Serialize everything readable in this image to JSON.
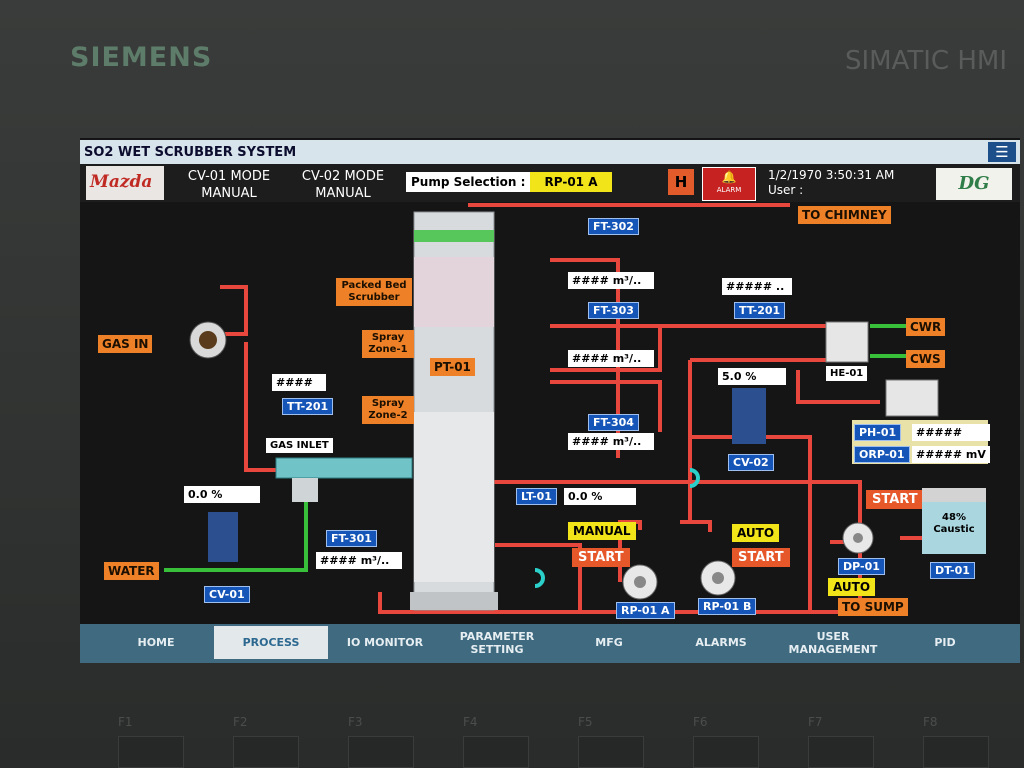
{
  "device": {
    "brand": "SIEMENS",
    "model": "SIMATIC HMI"
  },
  "window": {
    "title": "SO2 WET SCRUBBER SYSTEM"
  },
  "header": {
    "logo_text": "Mazda",
    "cv01_mode_label": "CV-01 MODE",
    "cv01_mode_value": "MANUAL",
    "cv02_mode_label": "CV-02 MODE",
    "cv02_mode_value": "MANUAL",
    "pump_selection_label": "Pump Selection :",
    "pump_selection_value": "RP-01 A",
    "h_button": "H",
    "alarm_button": "ALARM",
    "datetime": "1/2/1970 3:50:31 AM",
    "user_label": "User :",
    "right_logo_text": "DG"
  },
  "process": {
    "to_chimney": "TO CHIMNEY",
    "gas_in": "GAS IN",
    "water": "WATER",
    "cwr": "CWR",
    "cws": "CWS",
    "to_sump": "TO SUMP",
    "packed_bed_line1": "Packed Bed",
    "packed_bed_line2": "Scrubber",
    "spray_zone1_line1": "Spray",
    "spray_zone1_line2": "Zone-1",
    "spray_zone2_line1": "Spray",
    "spray_zone2_line2": "Zone-2",
    "pt01": "PT-01",
    "gas_inlet": "GAS INLET",
    "tt201_left_value": "####",
    "tt201_left_tag": "TT-201",
    "tt201_right_value": "##### ..",
    "tt201_right_tag": "TT-201",
    "ft302_tag": "FT-302",
    "ft302_value": "#### m³/..",
    "ft303_tag": "FT-303",
    "ft303_value": "#### m³/..",
    "ft304_tag": "FT-304",
    "ft304_value": "#### m³/..",
    "ft301_tag": "FT-301",
    "ft301_value": "#### m³/..",
    "cv01_tag": "CV-01",
    "cv01_value": "0.0 %",
    "cv02_tag": "CV-02",
    "cv02_value": "5.0 %",
    "lt01_tag": "LT-01",
    "lt01_value": "0.0 %",
    "he01_tag": "HE-01",
    "ph01_tag": "PH-01",
    "ph01_value": "#####",
    "orp01_tag": "ORP-01",
    "orp01_value": "##### mV",
    "rp01a_mode": "MANUAL",
    "rp01a_start": "START",
    "rp01a_tag": "RP-01 A",
    "rp01b_mode": "AUTO",
    "rp01b_start": "START",
    "rp01b_tag": "RP-01 B",
    "dp01_start": "START",
    "dp01_tag": "DP-01",
    "dp01_mode": "AUTO",
    "dt01_tag": "DT-01",
    "dt01_level": "48%",
    "dt01_content": "Caustic"
  },
  "nav": {
    "tabs": [
      "HOME",
      "PROCESS",
      "IO MONITOR",
      "PARAMETER SETTING",
      "MFG",
      "ALARMS",
      "USER MANAGEMENT",
      "PID"
    ],
    "active": "PROCESS"
  },
  "function_keys": [
    "F1",
    "F2",
    "F3",
    "F4",
    "F5",
    "F6",
    "F7",
    "F8"
  ],
  "colors": {
    "pipe": "#e8473d",
    "water_pipe": "#39c03b",
    "tag_blue": "#1555b8",
    "label_orange": "#ee8128",
    "label_yellow": "#f1e51a"
  }
}
